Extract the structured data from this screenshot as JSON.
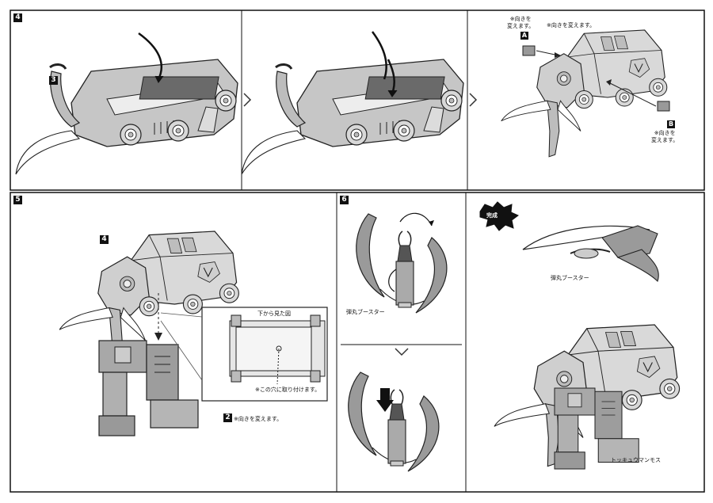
{
  "steps": {
    "step4": {
      "number": "4",
      "part_number": "3",
      "note_a": "※向きを\n変えます。",
      "note_top": "※向きを変えます。",
      "note_b": "※向きを\n変えます。",
      "tag_a": "A",
      "tag_b": "B"
    },
    "step5": {
      "number": "5",
      "part_top": "4",
      "part_bottom": "2",
      "note_part": "※向きを変えます。",
      "inset_title": "下から見た図",
      "inset_note": "※この穴に取り付けます。"
    },
    "step6": {
      "number": "6",
      "booster_label": "弾丸ブースター"
    },
    "complete": {
      "badge": "完成",
      "booster_label": "弾丸ブースター",
      "mammoth_label": "トッキュウマンモス"
    }
  }
}
